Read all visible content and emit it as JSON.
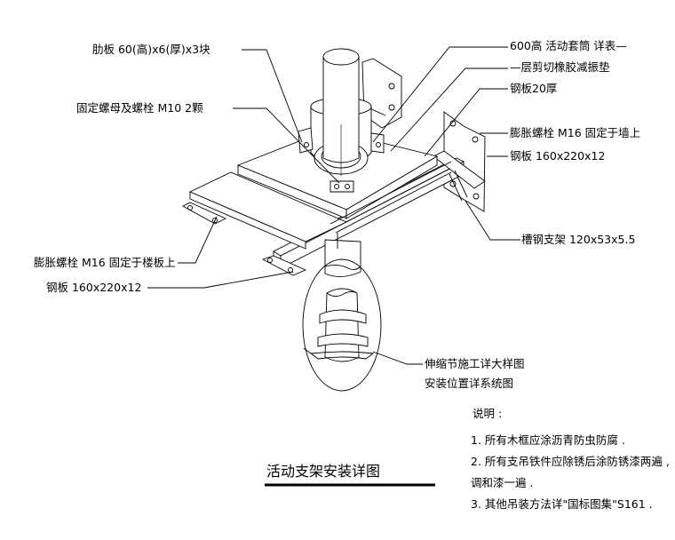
{
  "title": "活动支架安装详图",
  "labels": {
    "rib_plate": "肋板 60(高)x6(厚)x3块",
    "fix_bolt": "固定螺母及螺栓 M10 2颗",
    "sleeve": "600高 活动套筒 详表—",
    "rubber_pad": "—层剪切橡胶减振垫",
    "steel_plate_20": "钢板20厚",
    "wall_bolt": "膨胀螺栓 M16 固定于墙上",
    "wall_plate": "钢板 160x220x12",
    "channel": "槽钢支架 120x53x5.5",
    "floor_bolt": "膨胀螺栓 M16 固定于楼板上",
    "floor_plate": "钢板 160x220x12",
    "joint_line1": "伸缩节施工详大样图",
    "joint_line2": "安装位置详系统图"
  },
  "notes": {
    "heading": "说明 :",
    "items": [
      "1. 所有木框应涂沥青防虫防腐 .",
      "2. 所有支吊铁件应除锈后涂防锈漆两遍 ,",
      "调和漆一遍 .",
      "3. 其他吊装方法详\"国标图集\"S161 ."
    ]
  }
}
